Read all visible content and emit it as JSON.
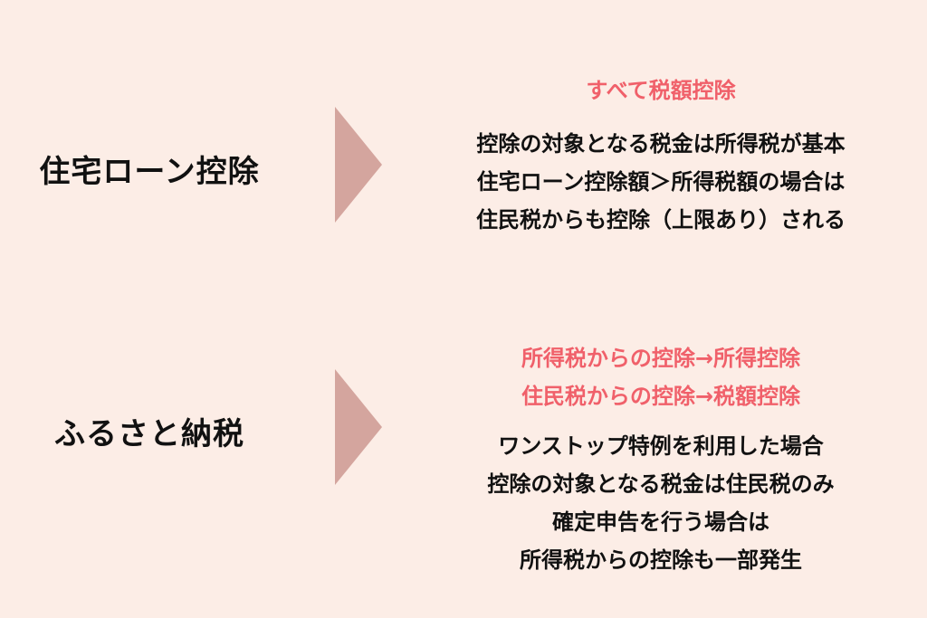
{
  "colors": {
    "background": "#fcede6",
    "accent": "#f0606a",
    "arrow": "#d4a59e",
    "text": "#111111"
  },
  "sections": [
    {
      "term": "住宅ローン控除",
      "highlights": [
        "すべて税額控除"
      ],
      "lines": [
        "控除の対象となる税金は所得税が基本",
        "住宅ローン控除額＞所得税額の場合は",
        "住民税からも控除（上限あり）される"
      ]
    },
    {
      "term": "ふるさと納税",
      "highlights": [
        "所得税からの控除→所得控除",
        "住民税からの控除→税額控除"
      ],
      "lines": [
        "ワンストップ特例を利用した場合",
        "控除の対象となる税金は住民税のみ",
        "確定申告を行う場合は",
        "所得税からの控除も一部発生"
      ]
    }
  ]
}
